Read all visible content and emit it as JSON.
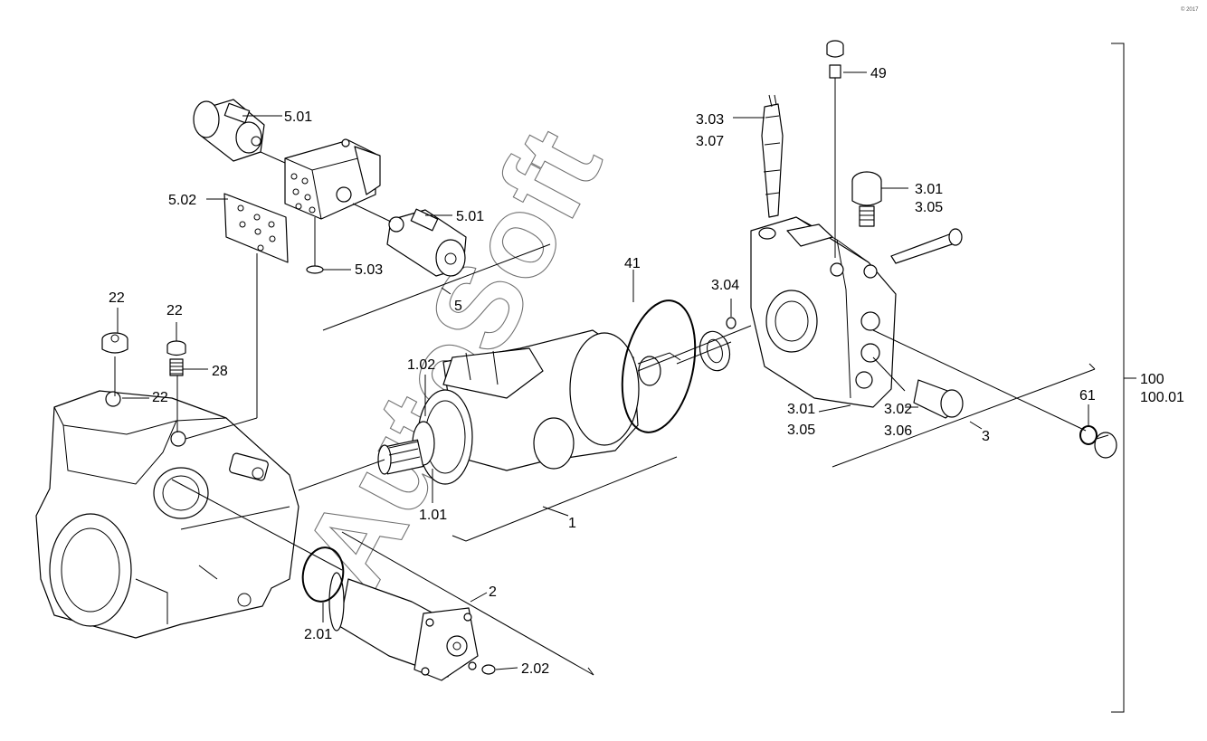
{
  "watermark": {
    "text": "AutoSoft",
    "corner_text": "© 2017"
  },
  "labels": {
    "l501a": "5.01",
    "l501b": "5.01",
    "l502": "5.02",
    "l503": "5.03",
    "l5": "5",
    "l22a": "22",
    "l22b": "22",
    "l22c": "22",
    "l28": "28",
    "l102": "1.02",
    "l101": "1.01",
    "l1": "1",
    "l41": "41",
    "l2": "2",
    "l201": "2.01",
    "l202": "2.02",
    "l303": "3.03",
    "l307": "3.07",
    "l49": "49",
    "l301a": "3.01",
    "l305a": "3.05",
    "l304": "3.04",
    "l301b": "3.01",
    "l305b": "3.05",
    "l302": "3.02",
    "l306": "3.06",
    "l3": "3",
    "l61": "61",
    "l100": "100",
    "l10001": "100.01"
  }
}
